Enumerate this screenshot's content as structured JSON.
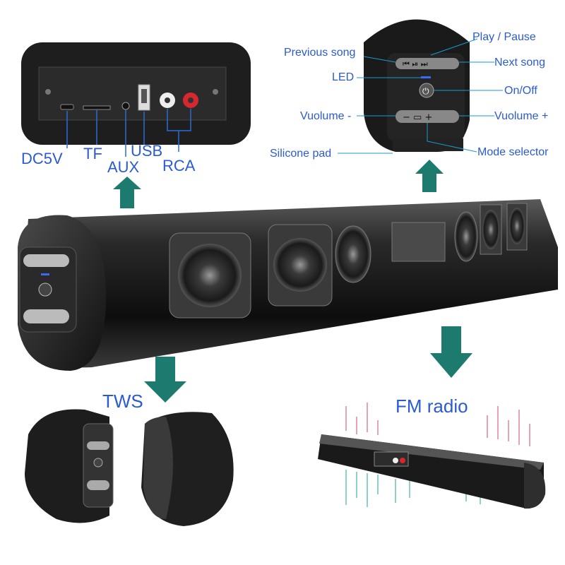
{
  "ports_labels": {
    "dc5v": "DC5V",
    "tf": "TF",
    "aux": "AUX",
    "usb": "USB",
    "rca": "RCA"
  },
  "controls_labels": {
    "previous_song": "Previous song",
    "play_pause": "Play / Pause",
    "next_song": "Next song",
    "led": "LED",
    "on_off": "On/Off",
    "volume_down": "Vuolume -",
    "volume_up": "Vuolume +",
    "silicone_pad": "Silicone pad",
    "mode_selector": "Mode selector"
  },
  "features": {
    "tws": "TWS",
    "fm_radio": "FM radio"
  },
  "colors": {
    "arrow": "#1d7a6e",
    "label_blue": "#2a5bd0",
    "body_dark": "#1a1a1a",
    "wave_pink": "#e5a3b4",
    "wave_teal": "#8fd0c8"
  }
}
